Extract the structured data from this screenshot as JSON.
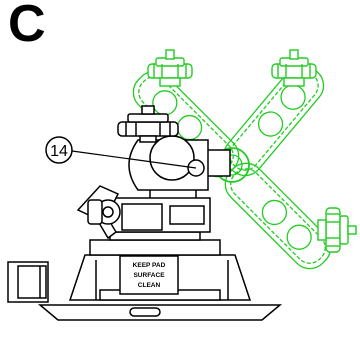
{
  "figure": {
    "panel_letter": "C",
    "callout_number": "14",
    "label_lines": [
      "KEEP PAD",
      "SURFACE",
      "CLEAN"
    ]
  },
  "colors": {
    "line": "#000000",
    "highlight": "#22cc22",
    "background": "#ffffff"
  }
}
